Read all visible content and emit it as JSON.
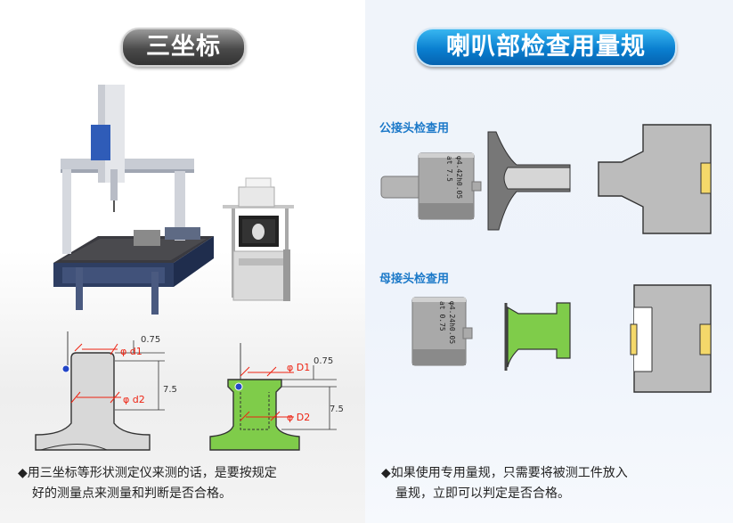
{
  "left": {
    "title": "三坐标",
    "caption_line1": "◆用三坐标等形状测定仪来测的话，是要按规定",
    "caption_line2": "好的测量点来测量和判断是否合格。",
    "diagram_a": {
      "top": "0.75",
      "d1": "φ d1",
      "d2": "φ d2",
      "height": "7.5"
    },
    "diagram_b": {
      "top": "0.75",
      "d1": "φ D1",
      "d2": "φ D2",
      "height": "7.5"
    }
  },
  "right": {
    "title": "喇叭部检查用量规",
    "male_label": "公接头检查用",
    "female_label": "母接头检查用",
    "gauge_male_text": "φ4.42h0.05 at 7.5",
    "gauge_female_text": "φ4.24h0.05 at 0.75",
    "caption_line1": "◆如果使用专用量规，只需要将被测工件放入",
    "caption_line2": "量规，立即可以判定是否合格。"
  },
  "colors": {
    "blue_accent": "#1a78c8",
    "gray_pill": "#4a4a4a",
    "part_green": "#7fcc4a",
    "gauge_gray": "#a8a8a8",
    "dimension_red": "#e21"
  }
}
